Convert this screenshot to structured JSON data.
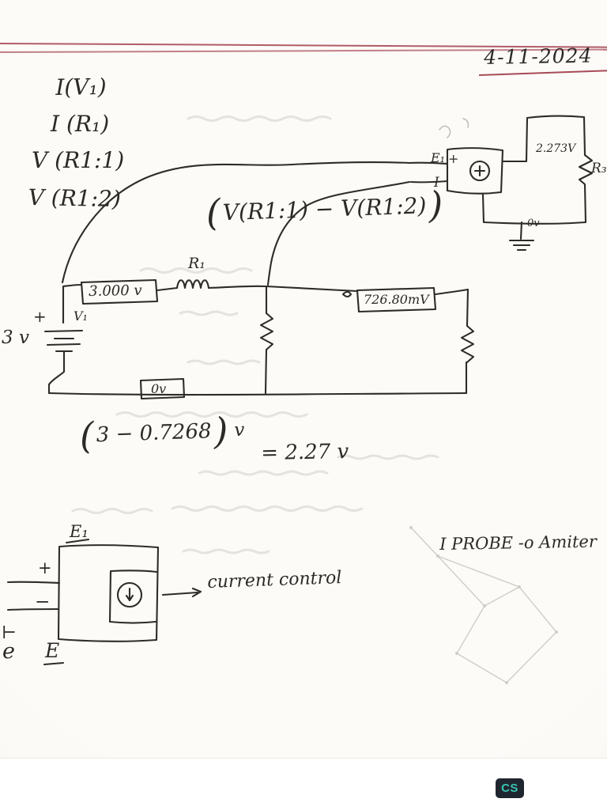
{
  "date": "4-11-2024",
  "notes": {
    "i_v1": "I(V₁)",
    "i_r1": "I (R₁)",
    "v_r1_1": "V (R1:1)",
    "v_r1_2": "V (R1:2)",
    "expr_open": "(",
    "expr_body": "V(R1:1)  −  V(R1:2)",
    "expr_close": ")"
  },
  "top_circuit": {
    "e1": "E₁",
    "plus": "+",
    "i_terminal": "I",
    "voltage": "2.273V",
    "r3": "R₃",
    "ground": "0v"
  },
  "main_circuit": {
    "r1": "R₁",
    "node_voltage": "3.000 v",
    "battery_plus": "+",
    "v1": "V₁",
    "battery_voltage": "3 v",
    "right_voltage": "726.80mV",
    "ground": "0v"
  },
  "calc": {
    "open": "(",
    "body": "3 − 0.7268",
    "close": ")",
    "unit": "v",
    "result": "= 2.27 v"
  },
  "detail": {
    "e1": "E₁",
    "plus": "+",
    "minus": "−",
    "tick": "⊢",
    "e_small": "e",
    "e_big": "E",
    "caption": "current control"
  },
  "probe_note": "I PROBE -o Amiter",
  "badge": "CS",
  "colors": {
    "ink": "#2b2a27",
    "rule_red": "#a84a57",
    "badge_bg": "#20262f",
    "badge_fg": "#38c3b2"
  }
}
